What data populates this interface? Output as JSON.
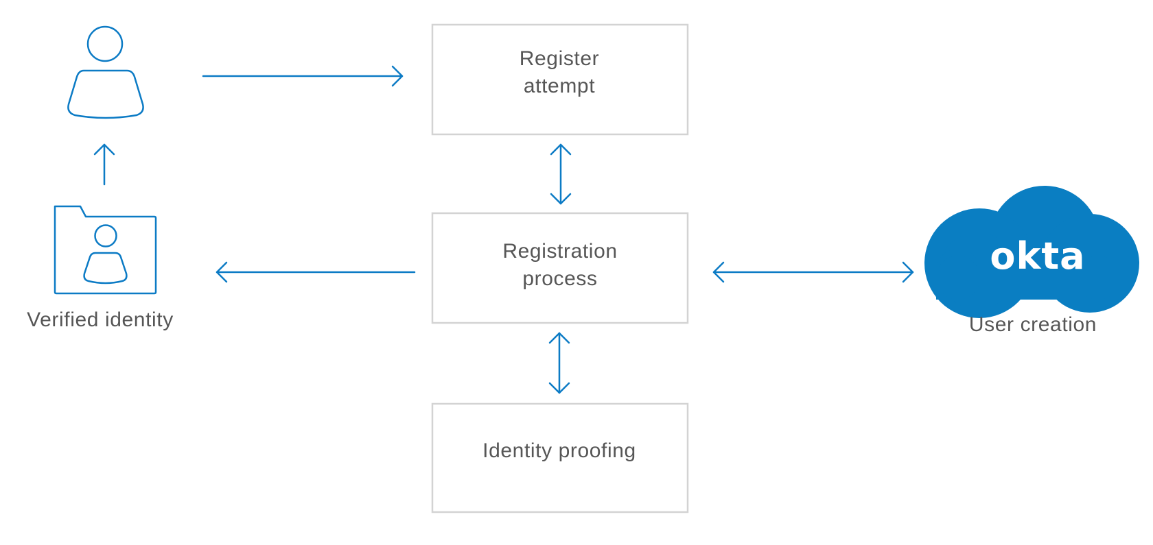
{
  "colors": {
    "accent": "#0c7bc5",
    "cloud": "#0a7ec2",
    "box_border": "#d3d3d3",
    "text": "#565656"
  },
  "nodes": {
    "register_attempt": [
      "Register",
      "attempt"
    ],
    "registration_process": [
      "Registration",
      "process"
    ],
    "identity_proofing": "Identity proofing",
    "verified_identity": "Verified identity",
    "user_creation": "User creation"
  },
  "logo": {
    "text": "okta"
  },
  "icons": {
    "user": "user-icon",
    "identity_folder": "identity-folder-icon",
    "cloud": "okta-cloud-icon"
  },
  "edges": [
    {
      "from": "user",
      "to": "register_attempt",
      "direction": "forward"
    },
    {
      "from": "register_attempt",
      "to": "registration_process",
      "direction": "both"
    },
    {
      "from": "registration_process",
      "to": "identity_proofing",
      "direction": "both"
    },
    {
      "from": "registration_process",
      "to": "verified_identity",
      "direction": "forward"
    },
    {
      "from": "registration_process",
      "to": "user_creation",
      "direction": "both"
    },
    {
      "from": "verified_identity",
      "to": "user",
      "direction": "forward"
    }
  ]
}
